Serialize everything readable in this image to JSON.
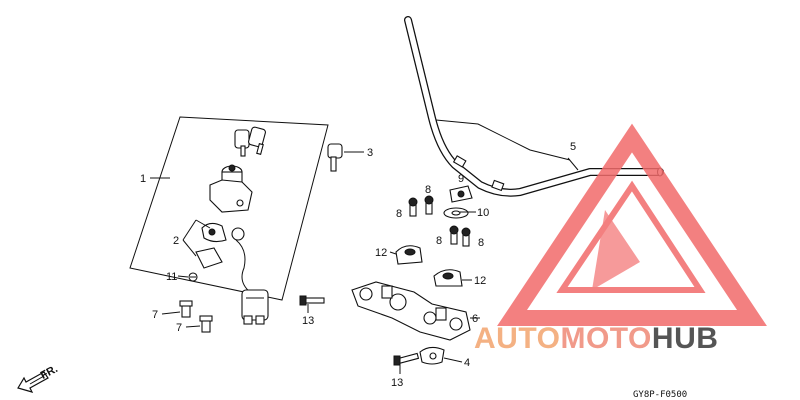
{
  "callouts": {
    "c1": "1",
    "c2": "2",
    "c3": "3",
    "c4": "4",
    "c5": "5",
    "c6": "6",
    "c7a": "7",
    "c7b": "7",
    "c8a": "8",
    "c8b": "8",
    "c8c": "8",
    "c8d": "8",
    "c9": "9",
    "c10": "10",
    "c11": "11",
    "c12a": "12",
    "c12b": "12",
    "c13a": "13",
    "c13b": "13"
  },
  "direction_label": "FR.",
  "diagram_code": "GY8P-F0500",
  "watermark": {
    "part1": "AUTO",
    "part2": "MOTO",
    "part3": "HUB",
    "color_part1": "#f4b183",
    "color_part2": "#f19a8a",
    "color_part3": "#555555",
    "triangle_color": "#f26b6b"
  }
}
